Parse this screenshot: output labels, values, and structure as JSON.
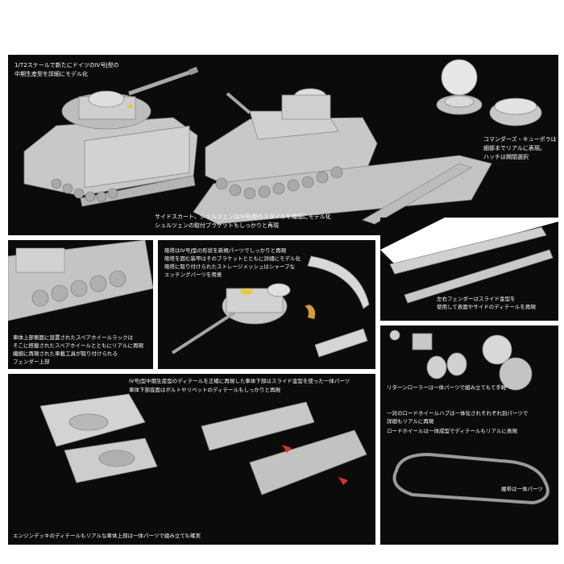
{
  "colors": {
    "background": "#0b0b0b",
    "page": "#ffffff",
    "text": "#ffffff",
    "plastic": "#c9c9c9",
    "accent_yellow": "#e8c84a",
    "accent_orange": "#d89a3a",
    "arrow_red": "#d9332a"
  },
  "captions": {
    "intro": [
      "1/72スケールで新たにドイツのIV号J型の",
      "中期生産型を詳細にモデル化"
    ],
    "commander": [
      "コマンダーズ・キューポラは",
      "細部までリアルに表現。",
      "ハッチは開閉選択"
    ],
    "skirts": [
      "サイドスカート、シュルツェンはIV号J型のスタイルを繊細にモデル化",
      "シュルツェンの取付ブラケットもしっかりと再現"
    ],
    "turret": [
      "砲塔はIV号J型の形状を新規パーツでしっかりと再現",
      "砲塔を囲む装甲はそのブラケットとともに詳細にモデル化",
      "砲塔に取り付けられたストレージメッシュはシャープな",
      "エッチングパーツを用意"
    ],
    "fender": [
      "左右フェンダーはスライド金型を",
      "使用して表面やサイドのディテールを再現"
    ],
    "spare": [
      "車体上部側面に設置されたスペアホイールラックは",
      "そこに搭載されたスペアホイールとともにリアルに再現",
      "繊細に再現された車載工具が取り付けられる",
      "フェンダー上部"
    ],
    "hull": [
      "IV号J型中期生産型のディテールを正確に再現した車体下部はスライド金型を使った一体パーツ",
      "車体下部底面はボルトやリベットのディテールもしっかりと再現"
    ],
    "engine": [
      "エンジンデッキのディテールもリアルな車体上部は一体パーツで組み立ても確実"
    ],
    "return_roller": [
      "リターンローラーは一体パーツで組み立てもて手軽"
    ],
    "road_wheel_hub": [
      "一対のロードホイールハブは一体化されそれぞれ別パーツで",
      "詳細もリアルに再現"
    ],
    "road_wheel": [
      "ロードホイールは一体成型でディテールもリアルに表現"
    ],
    "track": [
      "履帯は一体パーツ"
    ]
  }
}
